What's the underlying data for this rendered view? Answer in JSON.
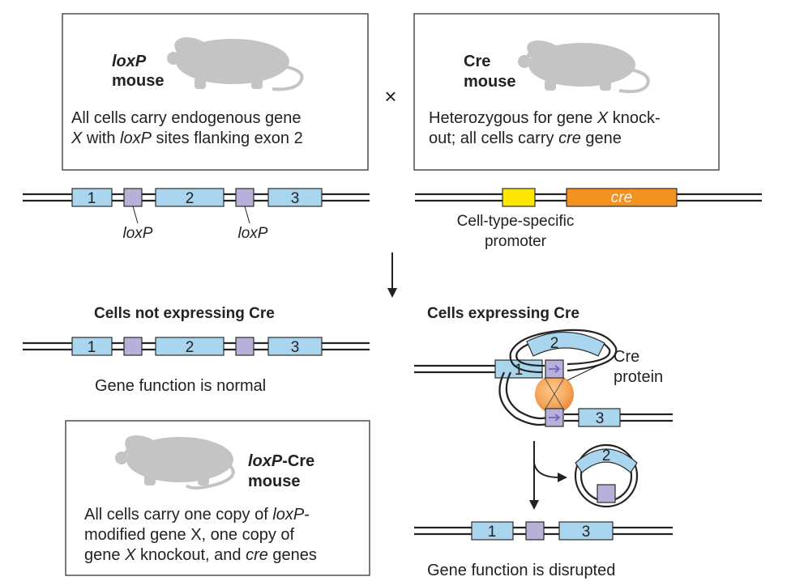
{
  "panels": {
    "loxp_mouse": {
      "name_italic": "loxP",
      "name_rest": "mouse",
      "desc_line1": "All cells carry endogenous gene",
      "desc_line2_a": "X",
      "desc_line2_b": " with ",
      "desc_line2_c": "loxP",
      "desc_line2_d": " sites flanking exon 2"
    },
    "cre_mouse": {
      "name_line1": "Cre",
      "name_line2": "mouse",
      "desc_line1_a": "Heterozygous for gene ",
      "desc_line1_b": "X",
      "desc_line1_c": " knock-",
      "desc_line2_a": "out; all cells carry ",
      "desc_line2_b": "cre",
      "desc_line2_c": " gene"
    },
    "loxp_cre_mouse": {
      "name_italic": "loxP",
      "name_rest": "-Cre",
      "name_line2": "mouse",
      "desc_line1_a": "All cells carry one copy of ",
      "desc_line1_b": "loxP",
      "desc_line1_c": "-",
      "desc_line2": "modified gene X, one copy of",
      "desc_line3_a": "gene ",
      "desc_line3_b": "X",
      "desc_line3_c": " knockout, and ",
      "desc_line3_d": "cre",
      "desc_line3_e": " genes"
    }
  },
  "cross_symbol": "×",
  "exon_labels": {
    "e1": "1",
    "e2": "2",
    "e3": "3"
  },
  "loxp_label": "loxP",
  "cre_gene_label": "cre",
  "promoter_label_line1": "Cell-type-specific",
  "promoter_label_line2": "promoter",
  "sections": {
    "not_expressing": "Cells not expressing Cre",
    "expressing": "Cells expressing Cre",
    "normal": "Gene function is normal",
    "disrupted": "Gene function is disrupted",
    "cre_protein_line1": "Cre",
    "cre_protein_line2": "protein"
  },
  "colors": {
    "exon": "#a9d6ee",
    "loxp": "#b7b0d8",
    "promoter": "#ffe600",
    "cre_gene": "#f39220",
    "cre_protein": "#f5a55a",
    "mouse": "#c4c4c4",
    "arrowhead": "#6a6ac0"
  }
}
